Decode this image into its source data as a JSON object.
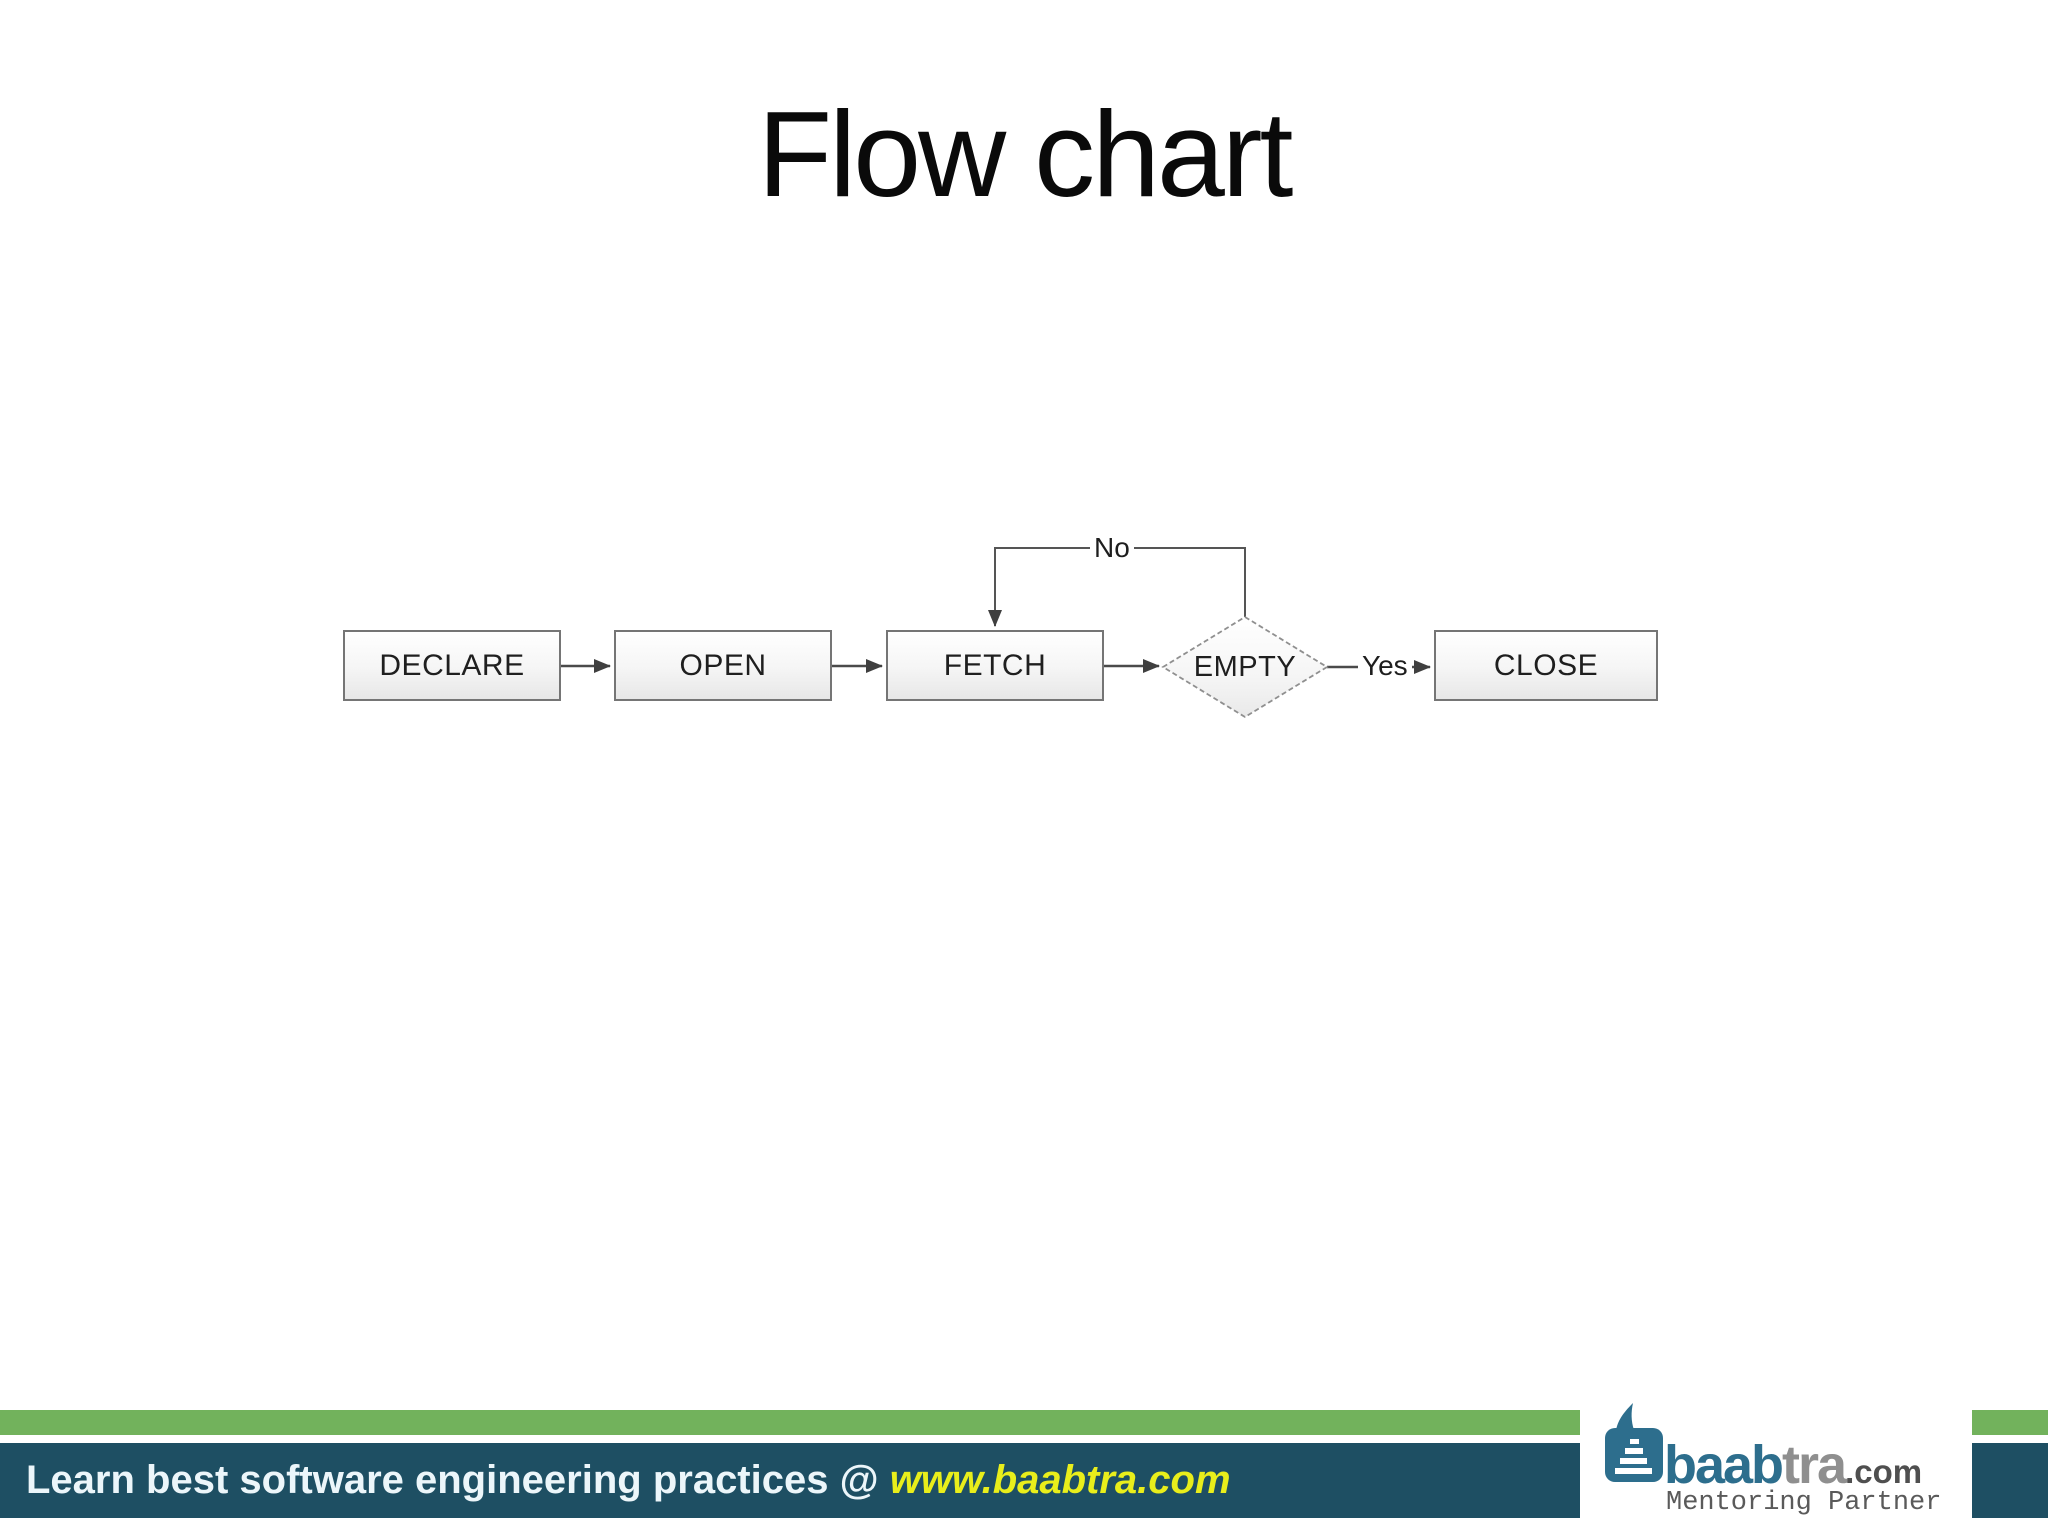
{
  "slide": {
    "title": "Flow chart"
  },
  "flowchart": {
    "nodes": [
      {
        "label": "DECLARE",
        "shape": "rectangle"
      },
      {
        "label": "OPEN",
        "shape": "rectangle"
      },
      {
        "label": "FETCH",
        "shape": "rectangle"
      },
      {
        "label": "EMPTY",
        "shape": "diamond"
      },
      {
        "label": "CLOSE",
        "shape": "rectangle"
      }
    ],
    "edge_labels": {
      "no": "No",
      "yes": "Yes"
    }
  },
  "footer": {
    "message": "Learn best software engineering practices @ ",
    "link": "www.baabtra.com",
    "logo": {
      "brand_prefix": "baab",
      "brand_suffix": "tra",
      "brand_tld": ".com",
      "tagline": "Mentoring Partner"
    },
    "colors": {
      "green_bar": "#72b25c",
      "teal_bar": "#1e4f63",
      "link_yellow": "#e9ee1b",
      "logo_teal": "#2d6e8d",
      "logo_gray": "#8f8f8f"
    }
  }
}
